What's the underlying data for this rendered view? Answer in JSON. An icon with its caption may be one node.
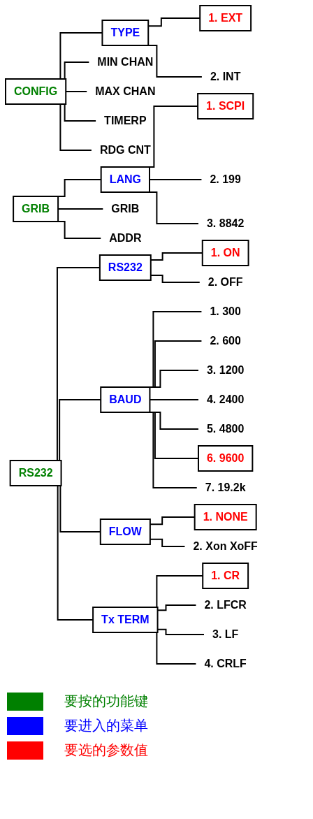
{
  "diagram": {
    "nodes": [
      {
        "text": [
          "CONFIG"
        ]
      },
      {
        "text": [
          "TYPE"
        ]
      },
      {
        "text": [
          "1. EXT"
        ]
      },
      {
        "text": [
          "2. INT"
        ]
      },
      {
        "text": [
          "MIN CHAN"
        ]
      },
      {
        "text": [
          "MAX CHAN"
        ]
      },
      {
        "text": [
          "TIMERP"
        ]
      },
      {
        "text": [
          "RDG CNT"
        ]
      },
      {
        "text": [
          "GRIB"
        ]
      },
      {
        "text": [
          "LANG"
        ]
      },
      {
        "text": [
          "1. SCPI"
        ]
      },
      {
        "text": [
          "2. 199"
        ]
      },
      {
        "text": [
          "3. 8842"
        ]
      },
      {
        "text": [
          "GRIB"
        ]
      },
      {
        "text": [
          "ADDR"
        ]
      },
      {
        "text": [
          "RS232"
        ]
      },
      {
        "text": [
          "RS232"
        ]
      },
      {
        "text": [
          "1. ON"
        ]
      },
      {
        "text": [
          "2. OFF"
        ]
      },
      {
        "text": [
          "BAUD"
        ]
      },
      {
        "text": [
          "1. 300"
        ]
      },
      {
        "text": [
          "2. 600"
        ]
      },
      {
        "text": [
          "3. 1200"
        ]
      },
      {
        "text": [
          "4. 2400"
        ]
      },
      {
        "text": [
          "5. 4800"
        ]
      },
      {
        "text": [
          "6. 9600"
        ]
      },
      {
        "text": [
          "7. 19.2k"
        ]
      },
      {
        "text": [
          "FLOW"
        ]
      },
      {
        "text": [
          "1. NONE"
        ]
      },
      {
        "text": [
          "2. Xon XoFF"
        ]
      },
      {
        "text": [
          "Tx TERM"
        ]
      },
      {
        "text": [
          "1. CR"
        ]
      },
      {
        "text": [
          "2. LFCR"
        ]
      },
      {
        "text": [
          "3. LF"
        ]
      },
      {
        "text": [
          "4. CRLF"
        ]
      }
    ],
    "edges": [
      {
        "from": 0,
        "to": 1,
        "arrow": "none"
      },
      {
        "from": 1,
        "to": 2,
        "arrow": "none"
      },
      {
        "from": 1,
        "to": 3,
        "arrow": "none"
      },
      {
        "from": 0,
        "to": 4,
        "arrow": "none"
      },
      {
        "from": 0,
        "to": 5,
        "arrow": "none"
      },
      {
        "from": 0,
        "to": 6,
        "arrow": "none"
      },
      {
        "from": 0,
        "to": 7,
        "arrow": "none"
      },
      {
        "from": 8,
        "to": 9,
        "arrow": "none"
      },
      {
        "from": 9,
        "to": 10,
        "arrow": "none"
      },
      {
        "from": 9,
        "to": 11,
        "arrow": "none"
      },
      {
        "from": 9,
        "to": 12,
        "arrow": "none"
      },
      {
        "from": 8,
        "to": 13,
        "arrow": "none"
      },
      {
        "from": 8,
        "to": 14,
        "arrow": "none"
      },
      {
        "from": 15,
        "to": 16,
        "arrow": "none"
      },
      {
        "from": 16,
        "to": 17,
        "arrow": "none"
      },
      {
        "from": 16,
        "to": 18,
        "arrow": "none"
      },
      {
        "from": 15,
        "to": 19,
        "arrow": "none"
      },
      {
        "from": 19,
        "to": 20,
        "arrow": "none"
      },
      {
        "from": 19,
        "to": 21,
        "arrow": "none"
      },
      {
        "from": 19,
        "to": 22,
        "arrow": "none"
      },
      {
        "from": 19,
        "to": 23,
        "arrow": "none"
      },
      {
        "from": 19,
        "to": 24,
        "arrow": "none"
      },
      {
        "from": 19,
        "to": 25,
        "arrow": "none"
      },
      {
        "from": 19,
        "to": 26,
        "arrow": "none"
      },
      {
        "from": 15,
        "to": 27,
        "arrow": "none"
      },
      {
        "from": 27,
        "to": 28,
        "arrow": "none"
      },
      {
        "from": 27,
        "to": 29,
        "arrow": "none"
      },
      {
        "from": 15,
        "to": 30,
        "arrow": "none"
      },
      {
        "from": 30,
        "to": 31,
        "arrow": "none"
      },
      {
        "from": 30,
        "to": 32,
        "arrow": "none"
      },
      {
        "from": 30,
        "to": 33,
        "arrow": "none"
      },
      {
        "from": 30,
        "to": 34,
        "arrow": "none"
      }
    ],
    "legend": [
      {
        "text": "要按的功能键",
        "color": "#008000"
      },
      {
        "text": "要进入的菜单",
        "color": "#0000ff"
      },
      {
        "text": "要选的参数值",
        "color": "#ff0000"
      }
    ]
  }
}
